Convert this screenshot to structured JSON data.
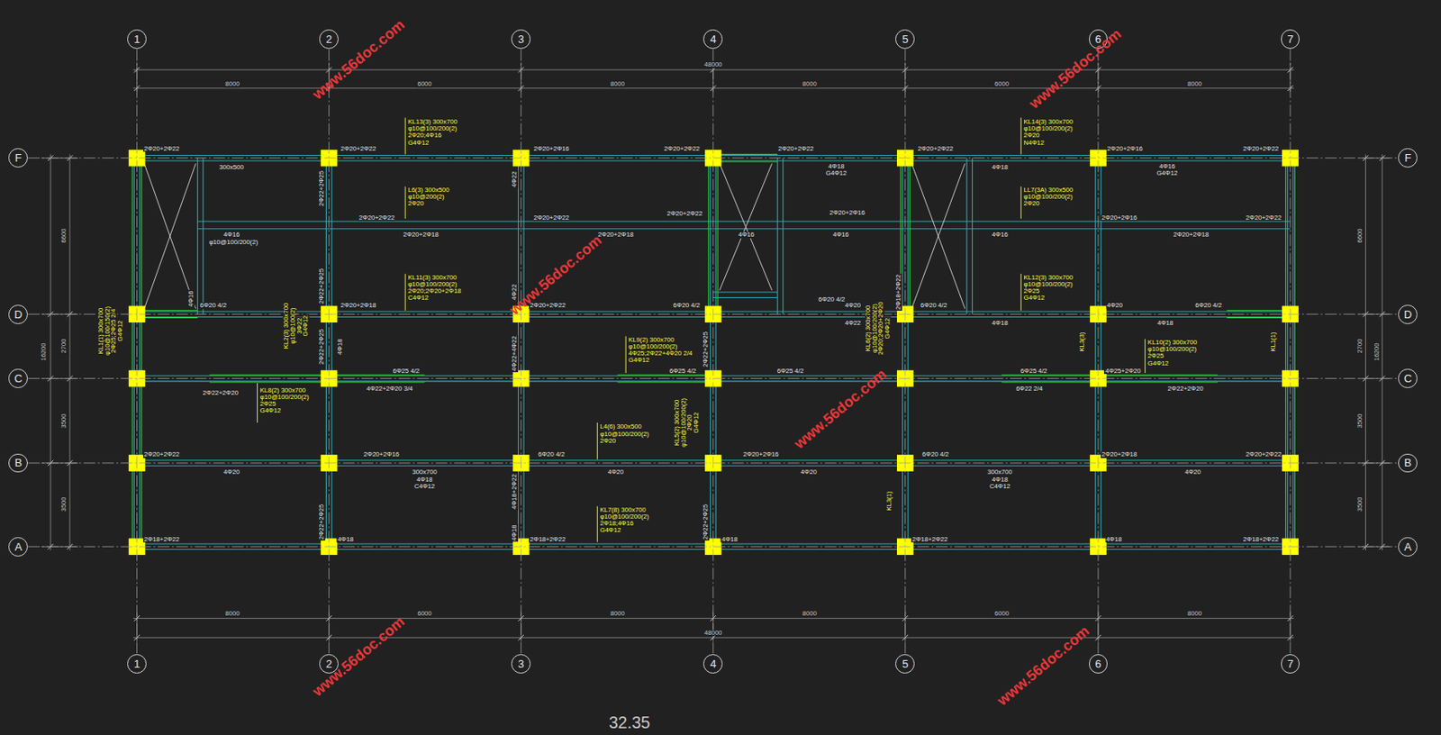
{
  "diagram": {
    "caption": "32.35",
    "nodes": [
      {
        "text": [
          "1"
        ]
      },
      {
        "text": [
          "2"
        ]
      },
      {
        "text": [
          "3"
        ]
      },
      {
        "text": [
          "4"
        ]
      },
      {
        "text": [
          "5"
        ]
      },
      {
        "text": [
          "6"
        ]
      },
      {
        "text": [
          "7"
        ]
      },
      {
        "text": [
          "F"
        ]
      },
      {
        "text": [
          "D"
        ]
      },
      {
        "text": [
          "C"
        ]
      },
      {
        "text": [
          "B"
        ]
      },
      {
        "text": [
          "A"
        ]
      },
      {
        "text": [
          "F"
        ]
      },
      {
        "text": [
          "D"
        ]
      },
      {
        "text": [
          "C"
        ]
      },
      {
        "text": [
          "B"
        ]
      },
      {
        "text": [
          "A"
        ]
      },
      {
        "text": [
          "1"
        ]
      },
      {
        "text": [
          "2"
        ]
      },
      {
        "text": [
          "3"
        ]
      },
      {
        "text": [
          "4"
        ]
      },
      {
        "text": [
          "5"
        ]
      },
      {
        "text": [
          "6"
        ]
      },
      {
        "text": [
          "7"
        ]
      }
    ],
    "edges": [
      {
        "from": 0,
        "to": 17,
        "arrow": "none"
      },
      {
        "from": 1,
        "to": 18,
        "arrow": "none"
      },
      {
        "from": 2,
        "to": 19,
        "arrow": "none"
      },
      {
        "from": 3,
        "to": 20,
        "arrow": "none"
      },
      {
        "from": 4,
        "to": 21,
        "arrow": "none"
      },
      {
        "from": 5,
        "to": 22,
        "arrow": "none"
      },
      {
        "from": 6,
        "to": 23,
        "arrow": "none"
      },
      {
        "from": 7,
        "to": 12,
        "arrow": "none"
      },
      {
        "from": 8,
        "to": 13,
        "arrow": "none"
      },
      {
        "from": 9,
        "to": 14,
        "arrow": "none"
      },
      {
        "from": 10,
        "to": 15,
        "arrow": "none"
      },
      {
        "from": 11,
        "to": 16,
        "arrow": "none"
      }
    ],
    "labels": [
      "48000",
      "8000",
      "6000",
      "8000",
      "8000",
      "6000",
      "8000",
      "8000",
      "6000",
      "8000",
      "8000",
      "6000",
      "8000",
      "48000",
      "6600",
      "2700",
      "3500",
      "3500",
      "16200",
      "6600",
      "2700",
      "3500",
      "3500",
      "16200",
      "2Φ20+2Φ22",
      "2Φ20+2Φ22",
      "2Φ20+2Φ16",
      "2Φ20+2Φ22",
      "2Φ20+2Φ22",
      "2Φ20+2Φ22",
      "2Φ20+2Φ16",
      "2Φ20+2Φ22",
      "300x500",
      "4Φ18",
      "G4Φ12",
      "4Φ18",
      "4Φ16",
      "G4Φ12",
      "2Φ20+2Φ22",
      "2Φ20+2Φ22",
      "2Φ20+2Φ22",
      "2Φ20+2Φ16",
      "2Φ20+2Φ16",
      "2Φ20+2Φ22",
      "4Φ16",
      "φ10@100/200(2)",
      "2Φ20+2Φ18",
      "2Φ20+2Φ18",
      "4Φ16",
      "4Φ16",
      "4Φ16",
      "2Φ20+2Φ18",
      "6Φ20 4/2",
      "2Φ20+2Φ18",
      "2Φ20+2Φ22",
      "6Φ20 4/2",
      "6Φ20 4/2",
      "4Φ20",
      "6Φ20 4/2",
      "4Φ20",
      "6Φ20 4/2",
      "4Φ22",
      "4Φ18",
      "4Φ18",
      "6Φ25 4/2",
      "6Φ25 4/2",
      "6Φ25 4/2",
      "6Φ25 4/2",
      "4Φ25+2Φ20",
      "2Φ22+2Φ20",
      "4Φ22+2Φ20 3/4",
      "6Φ22 2/4",
      "2Φ22+2Φ20",
      "2Φ20+2Φ22",
      "2Φ20+2Φ16",
      "6Φ20 4/2",
      "2Φ20+2Φ16",
      "6Φ20 4/2",
      "2Φ20+2Φ18",
      "2Φ20+2Φ22",
      "4Φ20",
      "300x700",
      "4Φ18",
      "C4Φ12",
      "4Φ20",
      "4Φ20",
      "300x700",
      "4Φ18",
      "C4Φ12",
      "4Φ20",
      "2Φ18+2Φ22",
      "4Φ18",
      "2Φ18+2Φ22",
      "4Φ18",
      "2Φ18+2Φ22",
      "4Φ18",
      "2Φ18+2Φ22",
      "2Φ22+2Φ25",
      "2Φ22+2Φ25",
      "4Φ18",
      "2Φ22+2Φ25",
      "2Φ22+2Φ25",
      "4Φ22",
      "4Φ22",
      "4Φ22+4Φ22",
      "4Φ18+2Φ22",
      "4Φ18",
      "2Φ22+2Φ25",
      "2Φ22+2Φ25",
      "2Φ18+2Φ22",
      "4Φ16",
      "KL13(3) 300x700",
      "φ10@100/200(2)",
      "2Φ20;4Φ16",
      "G4Φ12",
      "KL14(3) 300x700",
      "φ10@100/200(2)",
      "2Φ20",
      "N4Φ12",
      "L6(3) 300x500",
      "φ10@200(2)",
      "2Φ20",
      "LL7(3A) 300x500",
      "φ10@100/200(2)",
      "2Φ20",
      "KL11(3) 300x700",
      "φ10@100/200(2)",
      "2Φ20;2Φ20+2Φ18",
      "C4Φ12",
      "KL12(3) 300x700",
      "φ10@100/200(2)",
      "2Φ25",
      "G4Φ12",
      "KL9(2) 300x700",
      "φ10@100/200(2)",
      "4Φ25;2Φ22+4Φ20 2/4",
      "G4Φ12",
      "KL10(2) 300x700",
      "φ10@100/200(2)",
      "2Φ25",
      "G4Φ12",
      "KL8(2) 300x700",
      "φ10@100/200(2)",
      "2Φ25",
      "G4Φ12",
      "L4(6) 300x500",
      "φ10@100/200(2)",
      "2Φ20",
      "KL7(8) 300x700",
      "φ10@100/200(2)",
      "2Φ18;4Φ16",
      "G4Φ12",
      "KL1(1) 300x700",
      "φ10@100/150(2)",
      "2Φ25;2Φ25 2/4",
      "G4Φ12",
      "KL2(3) 300x700",
      "φ10@100(2)",
      "3Φ22",
      "G4Φ12",
      "KL5(2) 300x700",
      "φ10@100/200(2)",
      "2Φ20",
      "G4Φ12",
      "KL6(2) 300x700",
      "φ10@100/200(2)",
      "2Φ20;2Φ20+2Φ20",
      "G4Φ12",
      "KL3(3)",
      "KL1(1)",
      "KL3(1)",
      "www.56doc.com",
      "www.56doc.com",
      "www.56doc.com",
      "www.56doc.com",
      "www.56doc.com",
      "www.56doc.com"
    ]
  }
}
